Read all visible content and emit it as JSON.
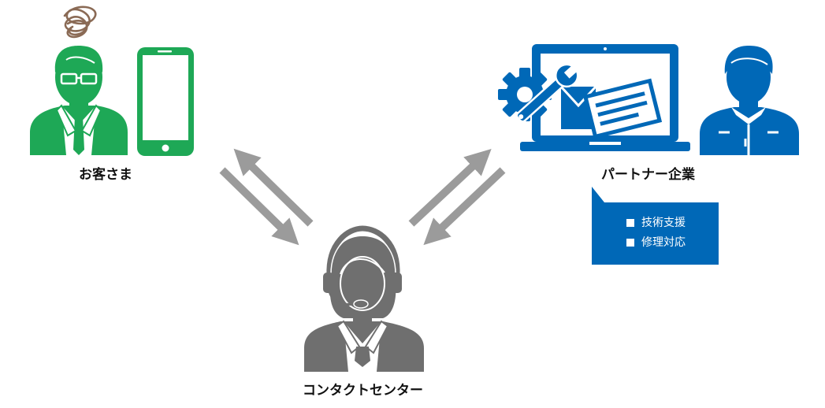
{
  "labels": {
    "customer": "お客さま",
    "partner": "パートナー企業",
    "center": "コンタクトセンター"
  },
  "partner_services": [
    "技術支援",
    "修理対応"
  ],
  "colors": {
    "customer_green": "#1ea856",
    "partner_blue": "#0068b7",
    "center_gray": "#6f6f6f",
    "arrow_gray": "#9b9b9b",
    "scribble_brown": "#8a6a55"
  },
  "icons": {
    "customer": "businessman-icon",
    "phone": "smartphone-icon",
    "worry": "tangled-scribble-icon",
    "laptop": "laptop-icon",
    "gear": "gear-wrench-icon",
    "partner": "worker-icon",
    "center": "operator-headset-icon"
  }
}
